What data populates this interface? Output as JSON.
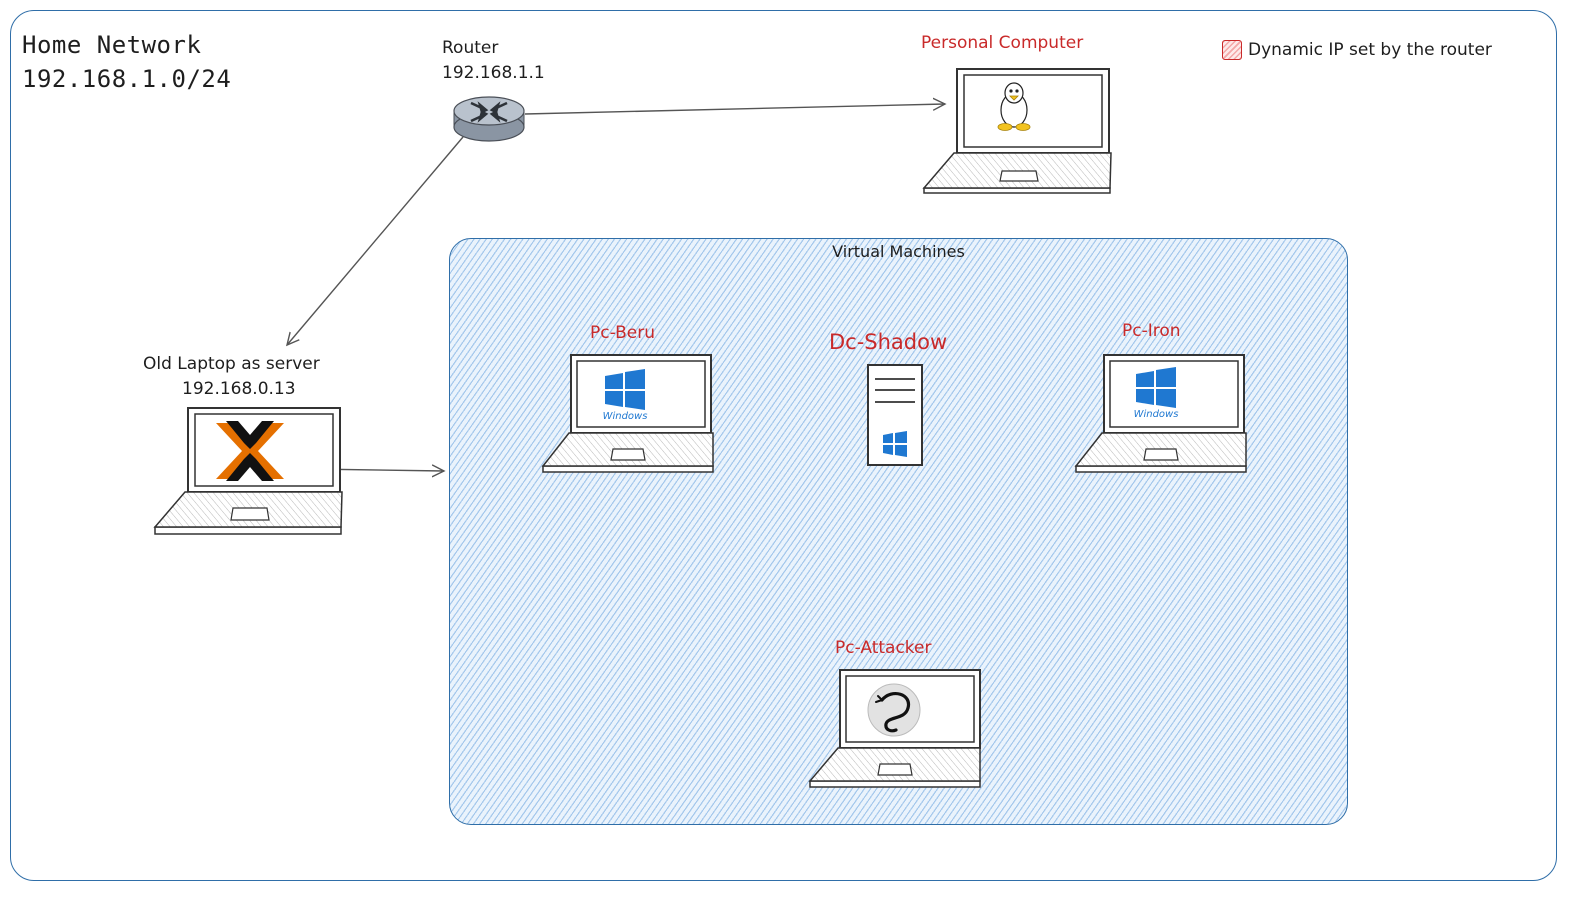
{
  "network": {
    "title": "Home Network",
    "subnet": "192.168.1.0/24"
  },
  "legend": {
    "text": "Dynamic IP set by the router",
    "swatch_color": "#f4a7a7"
  },
  "router": {
    "name": "Router",
    "ip": "192.168.1.1",
    "icon": "router-icon"
  },
  "personal_computer": {
    "name": "Personal Computer",
    "icon": "linux-tux-icon"
  },
  "server": {
    "name": "Old Laptop as server",
    "ip": "192.168.0.13",
    "icon": "proxmox-icon"
  },
  "vm_group": {
    "title": "Virtual Machines"
  },
  "vms": {
    "beru": {
      "name": "Pc-Beru",
      "os_label": "Windows",
      "icon": "windows-icon"
    },
    "shadow": {
      "name": "Dc-Shadow",
      "icon": "windows-icon"
    },
    "iron": {
      "name": "Pc-Iron",
      "os_label": "Windows",
      "icon": "windows-icon"
    },
    "attacker": {
      "name": "Pc-Attacker",
      "icon": "kali-dragon-icon"
    }
  },
  "colors": {
    "frame": "#2f6ea8",
    "label_red": "#c92a2a",
    "vm_hatch": "#a5c8ec",
    "proxmox_orange": "#e57000"
  }
}
